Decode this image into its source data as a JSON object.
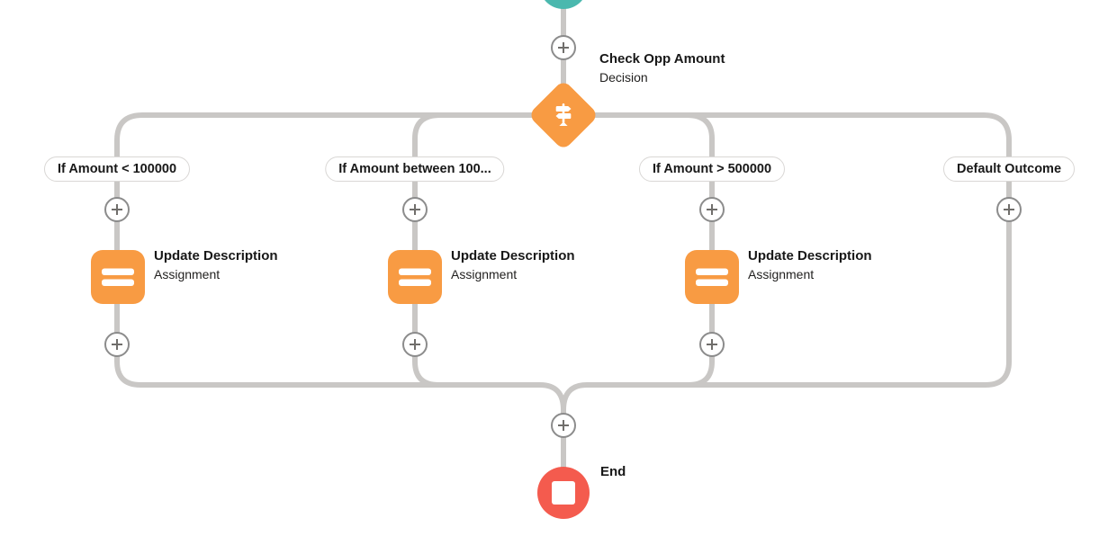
{
  "colors": {
    "connector": "#c9c7c5",
    "node_orange": "#f89b43",
    "start_teal": "#4ab8ae",
    "end_red": "#f45b4e",
    "text": "#181818",
    "pill_border": "#d9d7d5",
    "plus_glyph": "#706e6b"
  },
  "decision": {
    "title": "Check Opp Amount",
    "subtitle": "Decision"
  },
  "branches": [
    {
      "label": "If Amount < 100000",
      "node": {
        "title": "Update Description",
        "subtitle": "Assignment"
      }
    },
    {
      "label": "If Amount between 100...",
      "node": {
        "title": "Update Description",
        "subtitle": "Assignment"
      }
    },
    {
      "label": "If Amount > 500000",
      "node": {
        "title": "Update Description",
        "subtitle": "Assignment"
      }
    },
    {
      "label": "Default Outcome"
    }
  ],
  "end": {
    "label": "End"
  },
  "icons": {
    "decision": "signpost-icon",
    "assignment": "equals-bars-icon",
    "end": "stop-square-icon",
    "add": "plus-icon"
  }
}
